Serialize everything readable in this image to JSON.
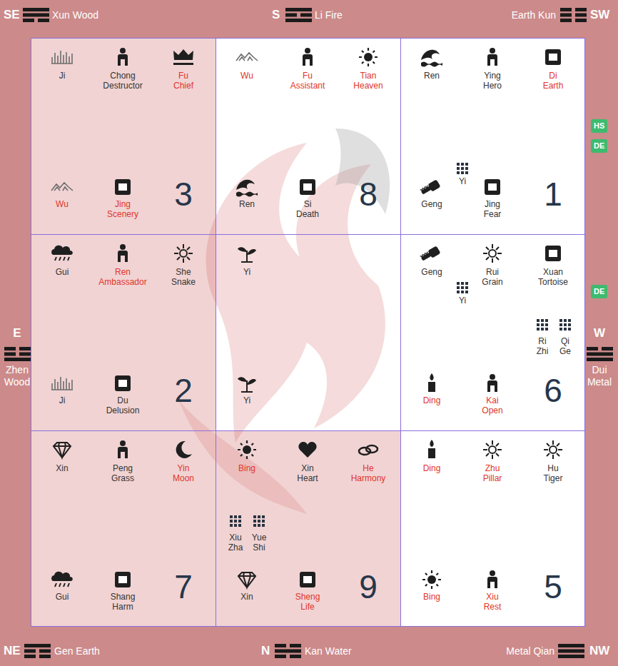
{
  "diagram": {
    "nodes": [
      {
        "text": [
          "Ji",
          "Chong Destructor",
          "Fu Chief",
          "Wu",
          "Jing Scenery",
          "3"
        ]
      },
      {
        "text": [
          "Wu",
          "Fu Assistant",
          "Tian Heaven",
          "Ren",
          "Si Death",
          "8"
        ]
      },
      {
        "text": [
          "Ren",
          "Ying Hero",
          "Di Earth",
          "Yi",
          "Geng",
          "Jing Fear",
          "1"
        ]
      },
      {
        "text": [
          "Gui",
          "Ren Ambassador",
          "She Snake",
          "Ji",
          "Du Delusion",
          "2"
        ]
      },
      {
        "text": [
          "Yi",
          "Yi"
        ]
      },
      {
        "text": [
          "Geng",
          "Rui Grain",
          "Xuan Tortoise",
          "Yi",
          "Ri Zhi",
          "Qi Ge",
          "Ding",
          "Kai Open",
          "6"
        ]
      },
      {
        "text": [
          "Xin",
          "Peng Grass",
          "Yin Moon",
          "Gui",
          "Shang Harm",
          "7"
        ]
      },
      {
        "text": [
          "Bing",
          "Xin Heart",
          "He Harmony",
          "Xiu Zha",
          "Yue Shi",
          "Xin",
          "Sheng Life",
          "9"
        ]
      },
      {
        "text": [
          "Ding",
          "Zhu Pillar",
          "Hu Tiger",
          "Bing",
          "Xiu Rest",
          "5"
        ]
      },
      {
        "text": [
          "HS"
        ]
      },
      {
        "text": [
          "DE"
        ]
      },
      {
        "text": [
          "DE"
        ]
      }
    ],
    "labels": [
      "SE",
      "Xun Wood",
      "S",
      "Li Fire",
      "Earth Kun",
      "SW",
      "E",
      "Zhen Wood",
      "W",
      "Dui Metal",
      "NE",
      "Gen Earth",
      "N",
      "Kan Water",
      "Metal Qian",
      "NW"
    ]
  }
}
